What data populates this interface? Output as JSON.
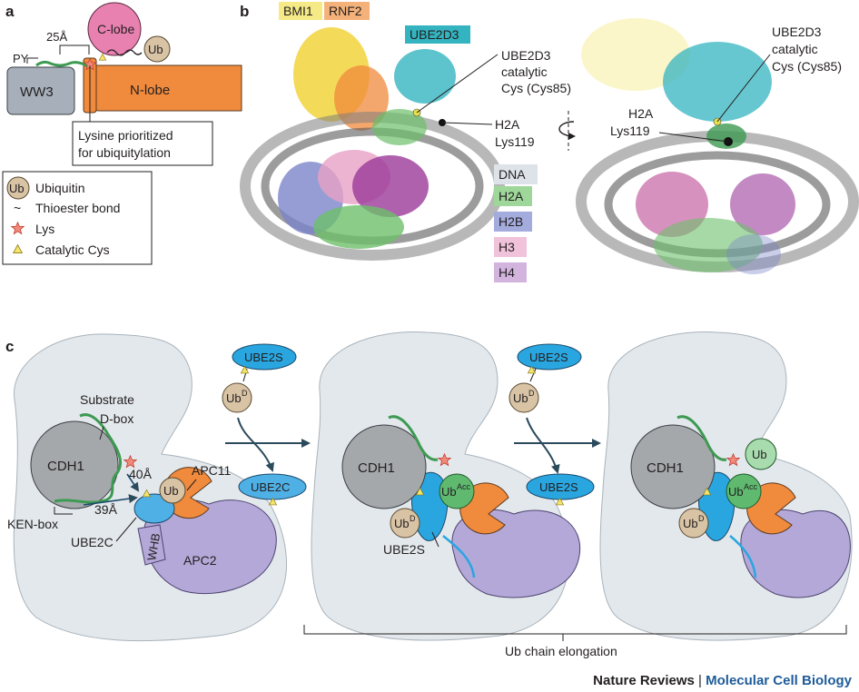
{
  "panels": {
    "a": "a",
    "b": "b",
    "c": "c"
  },
  "panel_a": {
    "c_lobe": "C-lobe",
    "ub": "Ub",
    "distance": "25Å",
    "py": "PY",
    "ww3": "WW3",
    "n_lobe": "N-lobe",
    "lysine_note_line1": "Lysine prioritized",
    "lysine_note_line2": "for ubiquitylation"
  },
  "legend": {
    "ubiquitin_symbol": "Ub",
    "ubiquitin": "Ubiquitin",
    "thioester_symbol": "~",
    "thioester": "Thioester bond",
    "lys": "Lys",
    "catalytic_cys": "Catalytic Cys"
  },
  "panel_b": {
    "bmi1": "BMI1",
    "rnf2": "RNF2",
    "ube2d3": "UBE2D3",
    "catalytic_left": [
      "UBE2D3",
      "catalytic",
      "Cys (Cys85)"
    ],
    "catalytic_right": [
      "UBE2D3",
      "catalytic",
      "Cys (Cys85)"
    ],
    "h2a_left": [
      "H2A",
      "Lys119"
    ],
    "h2a_right": [
      "H2A",
      "Lys119"
    ],
    "key": [
      "DNA",
      "H2A",
      "H2B",
      "H3",
      "H4"
    ]
  },
  "panel_c": {
    "cdh1": "CDH1",
    "substrate": "Substrate",
    "dbox": "D-box",
    "d40": "40Å",
    "d39": "39Å",
    "apc11": "APC11",
    "ub": "Ub",
    "ken_box": "KEN-box",
    "ube2c": "UBE2C",
    "whb": "WHB",
    "apc2": "APC2",
    "ube2s": "UBE2S",
    "ubd_base": "Ub",
    "ubd_sup": "D",
    "ubacc_base": "Ub",
    "ubacc_sup": "Acc",
    "elongation": "Ub chain elongation"
  },
  "footer": {
    "journal": "Nature Reviews",
    "separator": "|",
    "subjournal": "Molecular Cell Biology"
  },
  "colors": {
    "c_lobe": "#e880b0",
    "ub": "#d8c3a5",
    "ww3": "#a7b0ba",
    "n_lobe": "#f08a3c",
    "substrate_green": "#3d9a52",
    "cdh1": "#a5a8ab",
    "ube2c": "#4fb0e6",
    "ube2s": "#29a6e0",
    "apc2": "#b4a8d8",
    "orange": "#f08a3c",
    "ubacc": "#5fba70",
    "ub_green": "#a8dcae",
    "cloud": "#e3e8ec",
    "dna": "#dde3e9",
    "h2a": "#6dbf6a",
    "h2b": "#7b84c9",
    "h3": "#e7a1c4",
    "h4": "#b98ecb",
    "bmi1": "#f6ea87",
    "rnf2": "#f4b27a",
    "ube2d3": "#34b4c0",
    "journal_blue": "#1f5c99"
  }
}
